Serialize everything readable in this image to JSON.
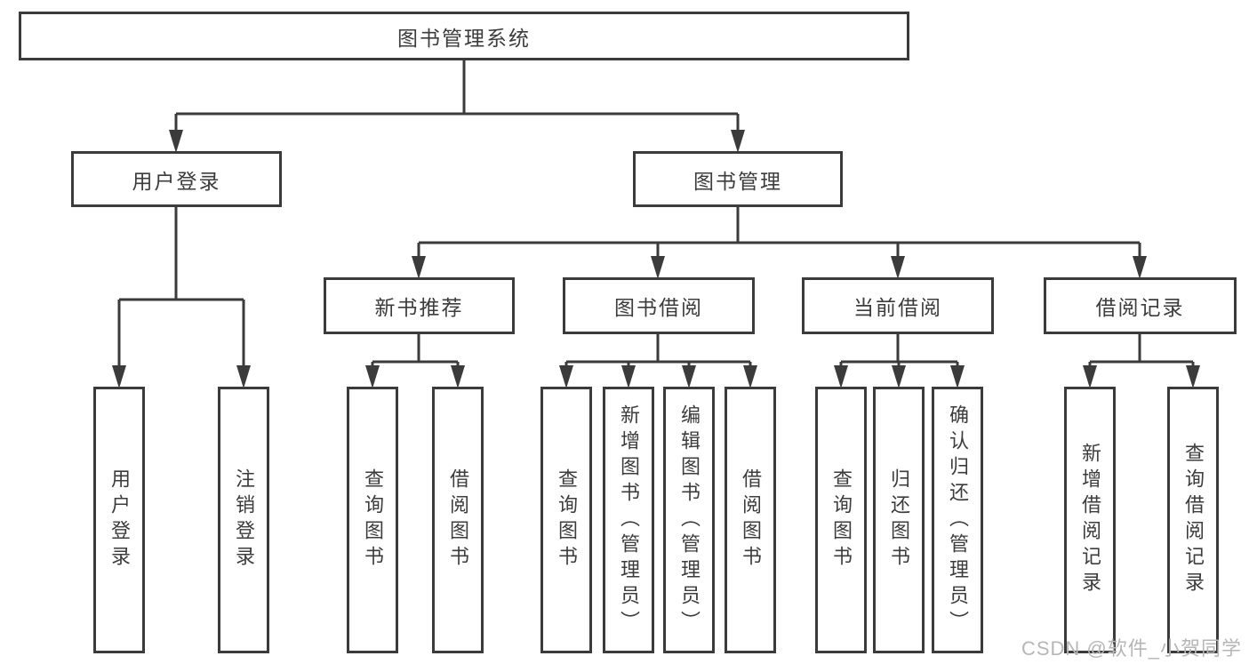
{
  "tree": {
    "label": "图书管理系统",
    "children": [
      {
        "label": "用户登录",
        "children": [
          {
            "label": "用户登录"
          },
          {
            "label": "注销登录"
          }
        ]
      },
      {
        "label": "图书管理",
        "children": [
          {
            "label": "新书推荐",
            "children": [
              {
                "label": "查询图书"
              },
              {
                "label": "借阅图书"
              }
            ]
          },
          {
            "label": "图书借阅",
            "children": [
              {
                "label": "查询图书"
              },
              {
                "label": "新增图书（管理员）"
              },
              {
                "label": "编辑图书（管理员）"
              },
              {
                "label": "借阅图书"
              }
            ]
          },
          {
            "label": "当前借阅",
            "children": [
              {
                "label": "查询图书"
              },
              {
                "label": "归还图书"
              },
              {
                "label": "确认归还（管理员）"
              }
            ]
          },
          {
            "label": "借阅记录",
            "children": [
              {
                "label": "新增借阅记录"
              },
              {
                "label": "查询借阅记录"
              }
            ]
          }
        ]
      }
    ]
  },
  "watermark": {
    "text": "CSDN @软件_小贺同学"
  },
  "colors": {
    "line": "#3b3b3b",
    "text": "#3c3c3c",
    "watermark": "#b6b6b6",
    "background": "#ffffff"
  }
}
